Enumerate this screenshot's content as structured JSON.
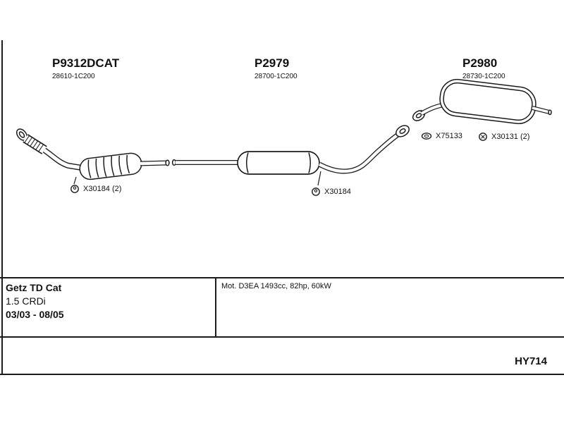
{
  "diagram": {
    "sections": [
      {
        "part_no": "P9312DCAT",
        "oem_ref": "28610-1C200",
        "component": "front-pipe-with-catalytic-converter"
      },
      {
        "part_no": "P2979",
        "oem_ref": "28700-1C200",
        "component": "center-silencer"
      },
      {
        "part_no": "P2980",
        "oem_ref": "28730-1C200",
        "component": "rear-silencer"
      }
    ],
    "fittings": [
      {
        "label": "X30184 (2)",
        "type": "hanger"
      },
      {
        "label": "X30184",
        "type": "hanger"
      },
      {
        "label": "X75133",
        "type": "gasket"
      },
      {
        "label": "X30131 (2)",
        "type": "mount"
      }
    ]
  },
  "footer": {
    "model": "Getz TD Cat",
    "engine": "1.5 CRDi",
    "period": "03/03 - 08/05",
    "motor": "Mot. D3EA 1493cc, 82hp, 60kW",
    "code": "HY714"
  },
  "colors": {
    "line": "#1c1c1c",
    "text": "#111111",
    "background": "#ffffff"
  }
}
